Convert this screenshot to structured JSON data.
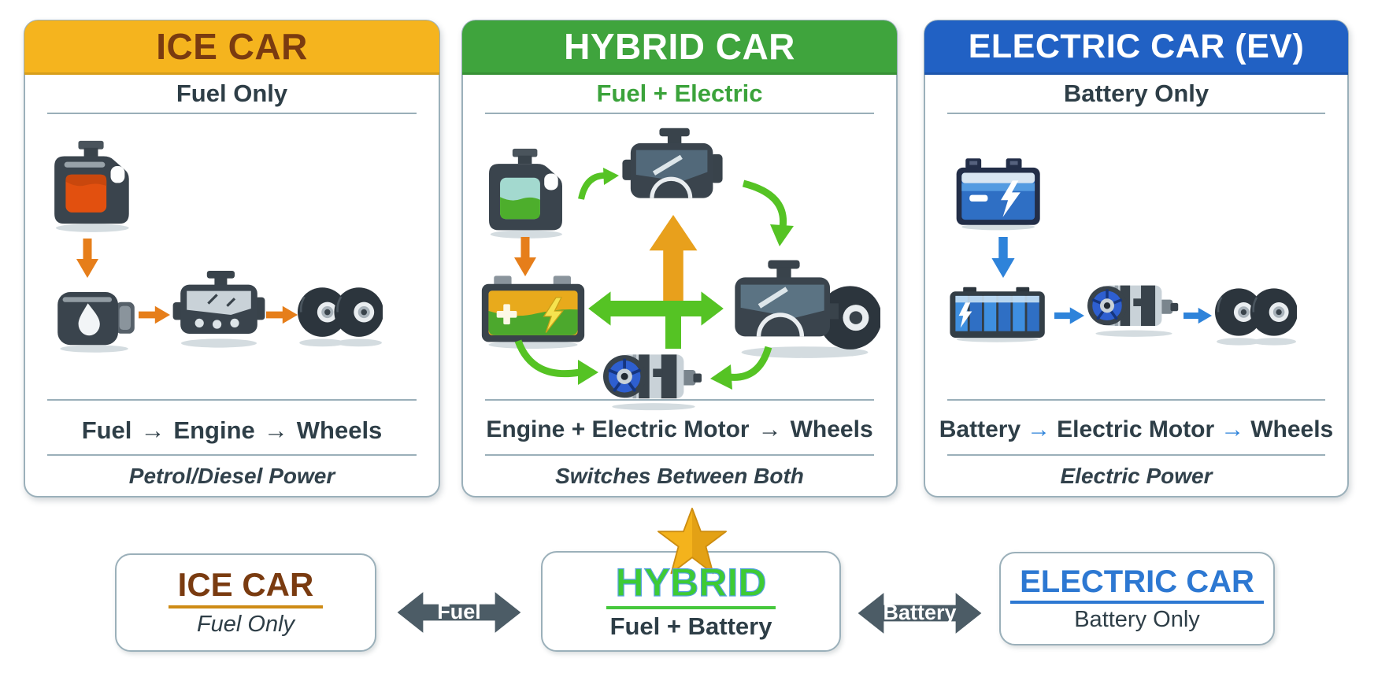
{
  "panels": [
    {
      "title": "ICE CAR",
      "subtitle": "Fuel Only",
      "flow": {
        "parts": [
          "Fuel",
          "Engine",
          "Wheels"
        ],
        "arrow": "→"
      },
      "caption": "Petrol/Diesel Power"
    },
    {
      "title": "HYBRID CAR",
      "subtitle": "Fuel + Electric",
      "flow": {
        "parts": [
          "Engine + Electric Motor",
          "Wheels"
        ],
        "arrow": "→"
      },
      "caption": "Switches Between Both"
    },
    {
      "title": "ELECTRIC CAR (EV)",
      "subtitle": "Battery Only",
      "flow": {
        "parts": [
          "Battery",
          "Electric Motor",
          "Wheels"
        ],
        "arrow": "→"
      },
      "caption": "Electric Power"
    }
  ],
  "bottom": {
    "boxes": [
      {
        "title": "ICE CAR",
        "subtitle": "Fuel Only"
      },
      {
        "title": "HYBRID",
        "subtitle": "Fuel + Battery"
      },
      {
        "title": "ELECTRIC CAR",
        "subtitle": "Battery Only"
      }
    ],
    "connectors": [
      {
        "label": "Fuel"
      },
      {
        "label": "Battery"
      }
    ]
  },
  "icons": {
    "fuel_can": "svg-jerry-can",
    "fuel_pump": "svg-pump-drop",
    "engine": "svg-engine-block",
    "engine_with_wheel": "svg-engine-wheel",
    "wheels": "svg-wheel-pair",
    "hybrid_battery": "svg-battery-plus-bolt",
    "car_battery": "svg-battery-minus-bolt",
    "battery_pack": "svg-cell-pack-bolt",
    "electric_motor": "svg-motor-cylinder",
    "star": "svg-gold-star",
    "flow_arrow": "→"
  },
  "colors": {
    "ice_header": "#F5B41E",
    "ice_text": "#7A3B10",
    "ice_underline": "#CE8B15",
    "hybrid_header": "#3FA43D",
    "hybrid_text": "#3BA33B",
    "hybrid_bright": "#3ECB33",
    "hybrid_underline": "#46C83C",
    "ev_header": "#2161C4",
    "ev_text": "#2D78D2",
    "dark": "#2E3E47",
    "divider": "#9AAFB9",
    "border": "#9BB0BA",
    "orange": "#E67E1A",
    "amber": "#E8A01C",
    "green_arrow": "#55C324",
    "blue_arrow": "#2E83DA",
    "slate": "#4C5C66",
    "gold": "#F2B01D"
  }
}
